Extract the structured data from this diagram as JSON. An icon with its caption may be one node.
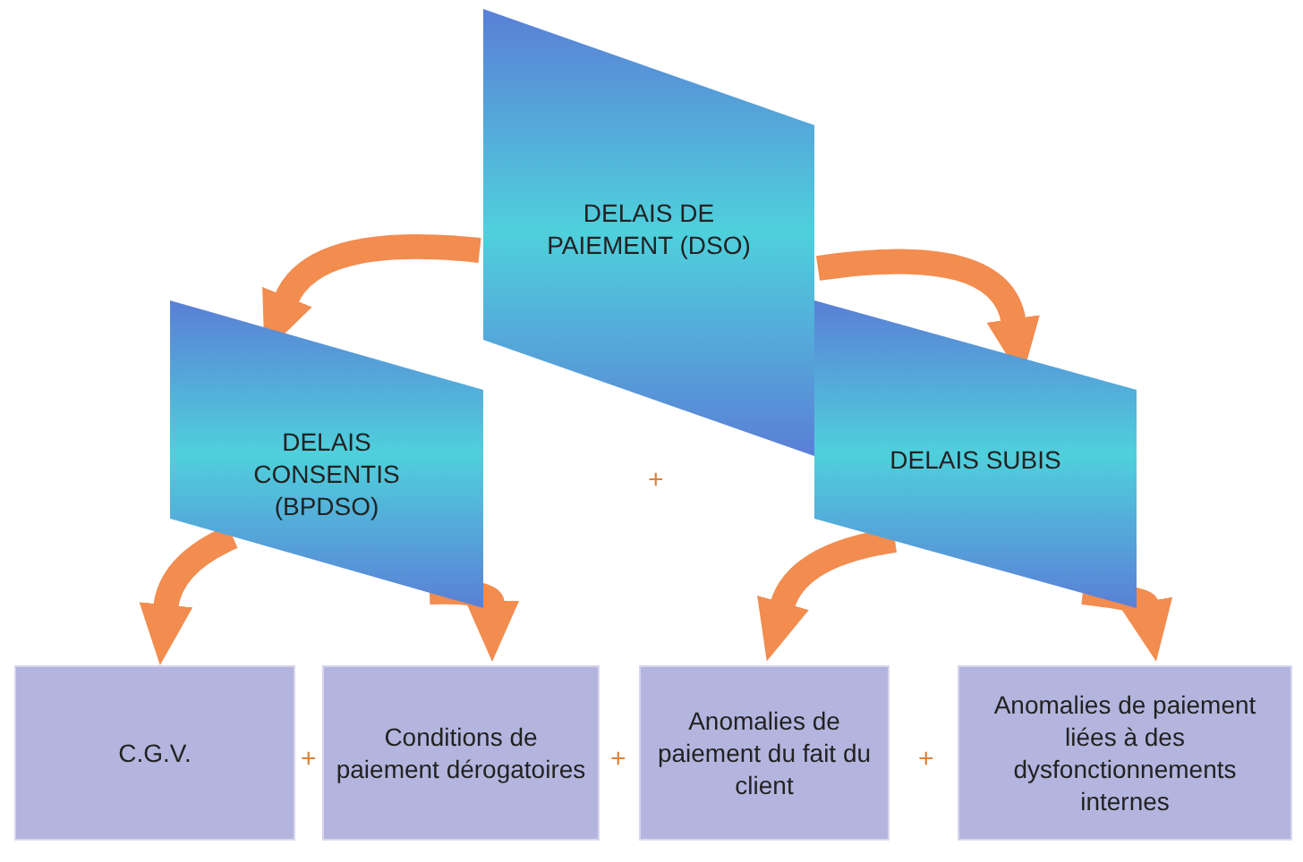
{
  "diagram": {
    "nodes": [
      {
        "text": [
          "DELAIS DE PAIEMENT (DSO)"
        ]
      },
      {
        "text": [
          "DELAIS CONSENTIS (BPDSO)"
        ]
      },
      {
        "text": [
          "DELAIS SUBIS"
        ]
      },
      {
        "text": [
          "C.G.V."
        ]
      },
      {
        "text": [
          "Conditions de paiement dérogatoires"
        ]
      },
      {
        "text": [
          "Anomalies de paiement du fait du client"
        ]
      },
      {
        "text": [
          "Anomalies de paiement liées à des dysfonctionnements internes"
        ]
      }
    ],
    "edges": [
      {
        "from": 0,
        "to": 1,
        "arrow": "to"
      },
      {
        "from": 0,
        "to": 2,
        "arrow": "to"
      },
      {
        "from": 1,
        "to": 3,
        "arrow": "to"
      },
      {
        "from": 1,
        "to": 4,
        "arrow": "to"
      },
      {
        "from": 2,
        "to": 5,
        "arrow": "to"
      },
      {
        "from": 2,
        "to": 6,
        "arrow": "to"
      }
    ],
    "labels": [
      "+",
      "+",
      "+",
      "+"
    ]
  }
}
